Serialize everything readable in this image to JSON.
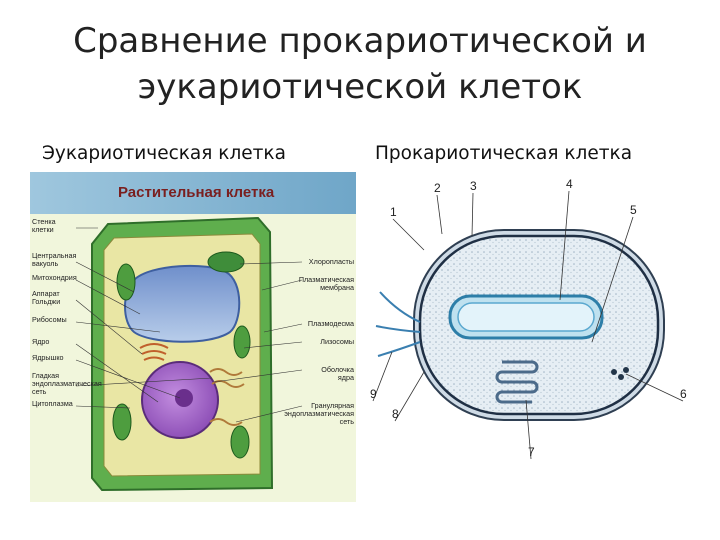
{
  "slide": {
    "title_line1": "Сравнение прокариотической и",
    "title_line2": "эукариотической клеток"
  },
  "columns": {
    "eukaryote_heading": "Эукариотическая клетка",
    "prokaryote_heading": "Прокариотическая клетка"
  },
  "plant_cell": {
    "banner": "Растительная клетка",
    "left_labels": [
      [
        "Стенка",
        "клетки"
      ],
      [
        "Центральная",
        "вакуоль"
      ],
      [
        "Митохондрия"
      ],
      [
        "Аппарат",
        "Гольджи"
      ],
      [
        "Рибосомы"
      ],
      [
        "Ядро"
      ],
      [
        "Ядрышко"
      ],
      [
        "Гладкая",
        "эндоплазматическая",
        "сеть"
      ],
      [
        "Цитоплазма"
      ]
    ],
    "right_labels": [
      [
        "Хлоропласты"
      ],
      [
        "Плазматическая",
        "мембрана"
      ],
      [
        "Плазмодесма"
      ],
      [
        "Лизосомы"
      ],
      [
        "Оболочка",
        "ядра"
      ],
      [
        "Гранулярная",
        "эндоплазматическая",
        "сеть"
      ]
    ]
  },
  "bacterial_cell": {
    "numbers": [
      "1",
      "2",
      "3",
      "4",
      "5",
      "6",
      "7",
      "8",
      "9"
    ]
  }
}
